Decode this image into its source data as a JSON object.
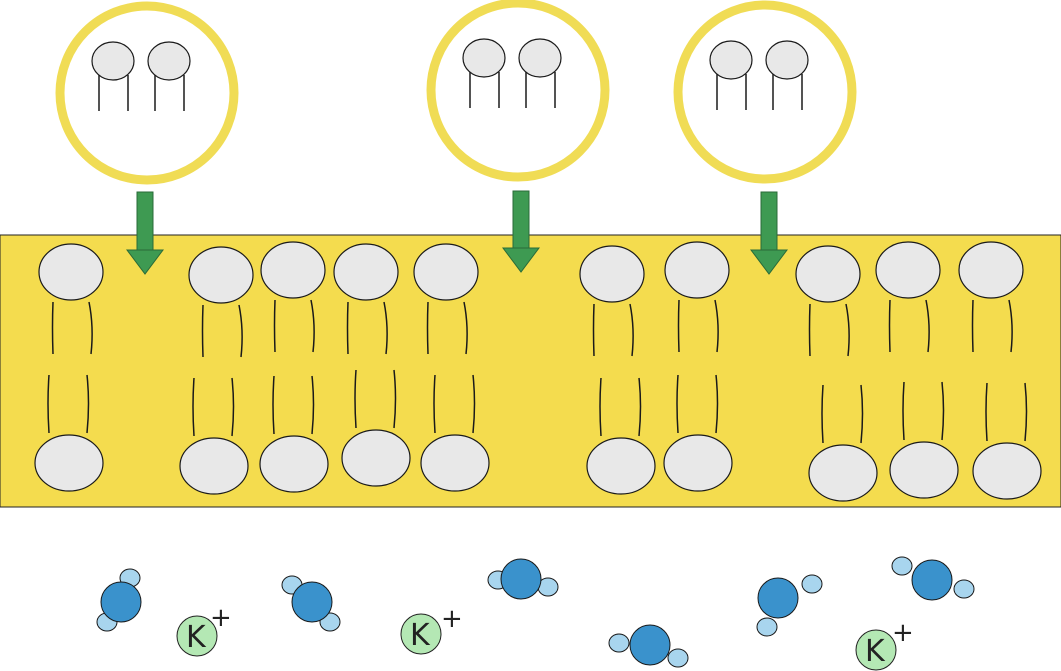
{
  "colors": {
    "membrane": "#f4dc4e",
    "lipid_head": "#e8e8e8",
    "tail": "#1a1a1a",
    "insert_ring": "#f0dc55",
    "arrow": "#3e9a52",
    "water_oxygen": "#3a92cc",
    "water_hydrogen": "#a8d5ee",
    "ion_fill": "#b4e8b4"
  },
  "ions": [
    {
      "symbol": "K",
      "charge": "+"
    },
    {
      "symbol": "K",
      "charge": "+"
    },
    {
      "symbol": "K",
      "charge": "+"
    }
  ],
  "icons": [
    "lipid-head-icon",
    "water-molecule-icon",
    "potassium-ion-icon",
    "insert-arrow-icon"
  ]
}
